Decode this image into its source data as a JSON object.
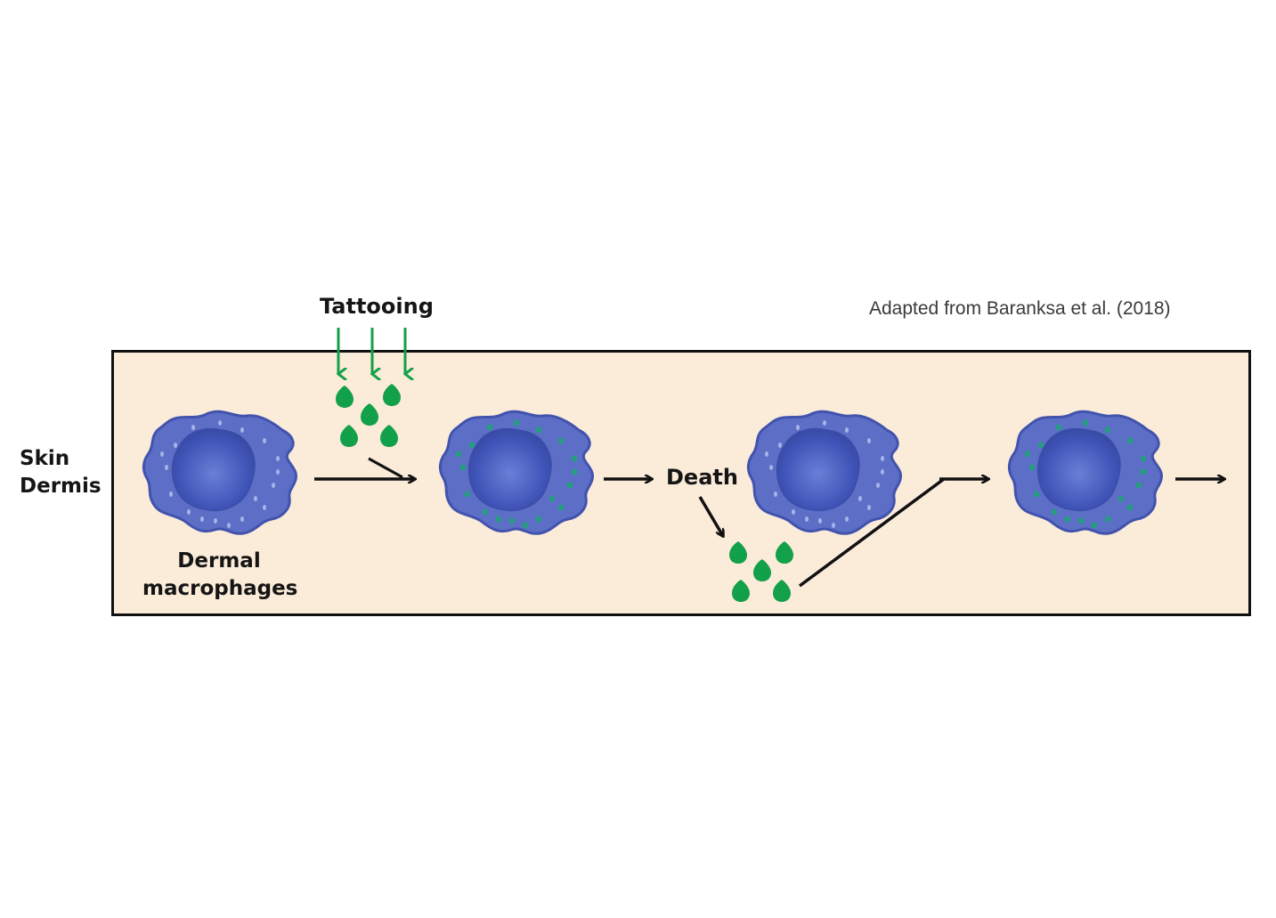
{
  "labels": {
    "tattooing": "Tattooing",
    "attribution": "Adapted from Baranksa et al. (2018)",
    "skin_line1": "Skin",
    "skin_line2": "Dermis",
    "macrophage_line1": "Dermal",
    "macrophage_line2": "macrophages",
    "death": "Death"
  },
  "colors": {
    "dermis_background": "#fbebd9",
    "cell_body": "#5a6cc4",
    "cell_nucleus": "#3f52b5",
    "pigment_green": "#12a04a",
    "arrow_black": "#111111",
    "vesicle_light": "#b9c6f0"
  },
  "stages": [
    {
      "id": "naive-macrophage",
      "pigment_loaded": false
    },
    {
      "id": "pigment-loaded-macrophage",
      "pigment_loaded": true
    },
    {
      "id": "new-macrophage",
      "pigment_loaded": false
    },
    {
      "id": "recaptured-pigment-macrophage",
      "pigment_loaded": true
    }
  ],
  "flow": [
    "Tattooing introduces pigment particles",
    "Dermal macrophage captures pigment",
    "Death releases pigment",
    "New macrophage recaptures pigment",
    "Cycle continues"
  ]
}
